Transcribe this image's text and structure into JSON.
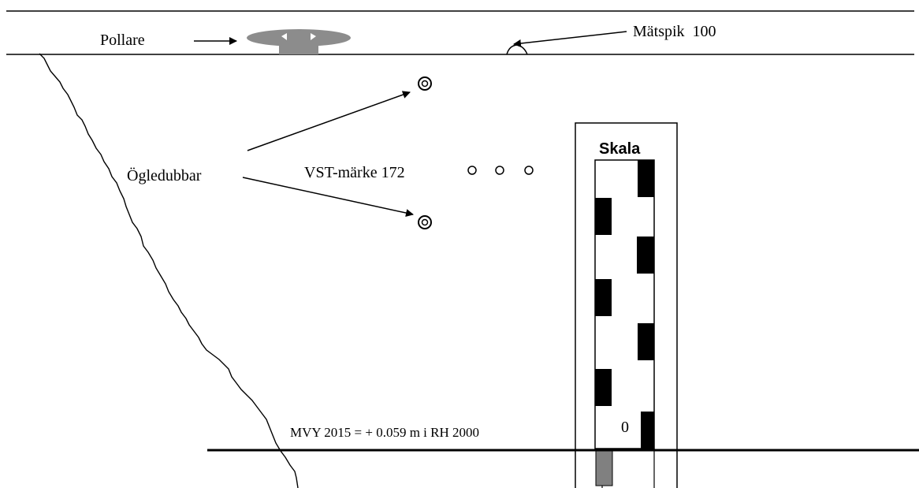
{
  "labels": {
    "pollare": "Pollare",
    "matspik": "Mätspik  100",
    "ogledubbar": "Ögledubbar",
    "vst_marke": "VST-märke 172",
    "skala": "Skala",
    "zero": "0",
    "mvy": "MVY 2015 = + 0.059 m i RH 2000"
  },
  "colors": {
    "line": "#000000",
    "pollare_fill": "#8c8c8c",
    "scale_block": "#000000",
    "gauge_foot": "#808080"
  }
}
